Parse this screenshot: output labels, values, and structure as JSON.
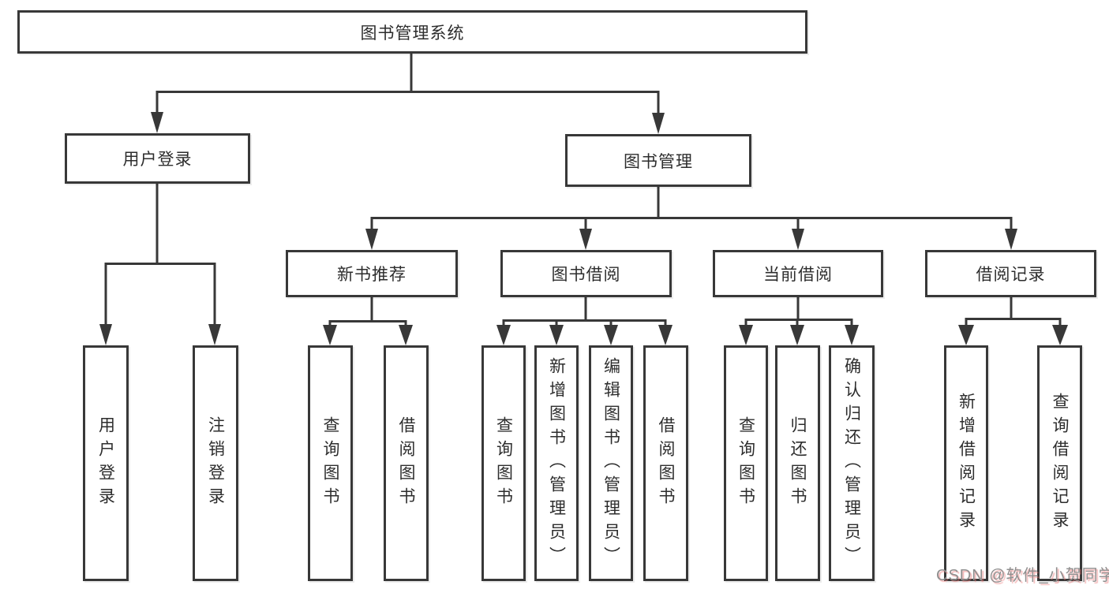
{
  "diagram": {
    "root": {
      "label": "图书管理系统"
    },
    "branches": [
      {
        "label": "用户登录",
        "children": [
          {
            "label": "用户登录"
          },
          {
            "label": "注销登录"
          }
        ]
      },
      {
        "label": "图书管理",
        "groups": [
          {
            "label": "新书推荐",
            "children": [
              {
                "label": "查询图书"
              },
              {
                "label": "借阅图书"
              }
            ]
          },
          {
            "label": "图书借阅",
            "children": [
              {
                "label": "查询图书"
              },
              {
                "label": "新增图书（管理员）"
              },
              {
                "label": "编辑图书（管理员）"
              },
              {
                "label": "借阅图书"
              }
            ]
          },
          {
            "label": "当前借阅",
            "children": [
              {
                "label": "查询图书"
              },
              {
                "label": "归还图书"
              },
              {
                "label": "确认归还（管理员）"
              }
            ]
          },
          {
            "label": "借阅记录",
            "children": [
              {
                "label": "新增借阅记录"
              },
              {
                "label": "查询借阅记录"
              }
            ]
          }
        ]
      }
    ],
    "watermark": "CSDN @软件_小贺同学",
    "colors": {
      "line": "#383838",
      "text": "#2d2d2d",
      "background": "#ffffff",
      "watermark_gray": "#8f8f8f",
      "watermark_red": "#eb7878"
    }
  }
}
